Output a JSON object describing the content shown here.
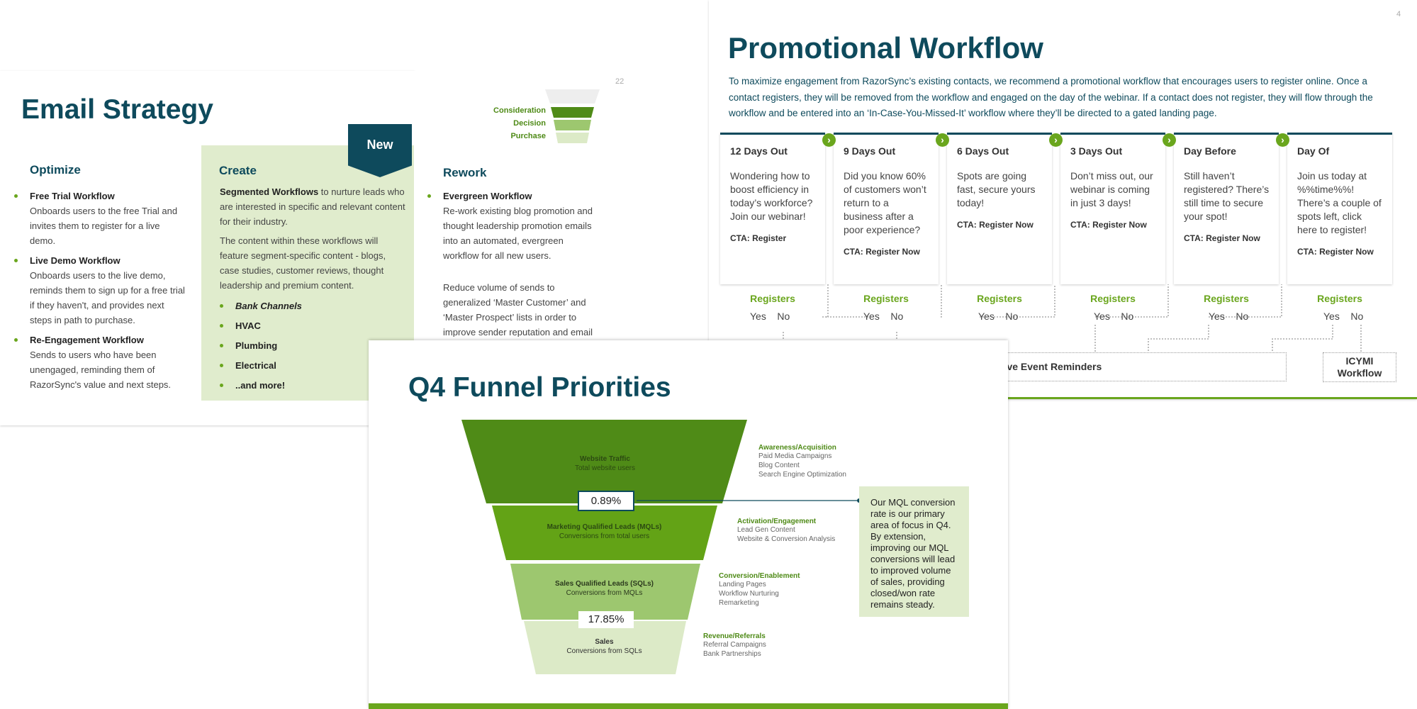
{
  "email_strategy": {
    "title": "Email Strategy",
    "new_badge": "New",
    "page_number": "22",
    "optimize": {
      "heading": "Optimize",
      "items": [
        {
          "title": "Free Trial Workflow",
          "body": "Onboards users to the free Trial and invites them to register for a live demo."
        },
        {
          "title": "Live Demo Workflow",
          "body": "Onboards users to the live demo, reminds them to sign up for a free trial if they haven't, and provides next steps in path to purchase."
        },
        {
          "title": "Re-Engagement Workflow",
          "body": "Sends to users who have been unengaged, reminding them of RazorSync's value and next steps."
        }
      ]
    },
    "create": {
      "heading": "Create",
      "intro_bold": "Segmented Workflows",
      "intro_rest": " to nurture leads who are interested in specific and relevant content for their industry.",
      "para2": "The content within these workflows will feature segment-specific content - blogs, case studies, customer reviews, thought leadership and premium content.",
      "items": [
        "Bank Channels",
        "HVAC",
        "Plumbing",
        "Electrical",
        "..and more!"
      ]
    },
    "rework": {
      "heading": "Rework",
      "item_title": "Evergreen Workflow",
      "item_body": "Re-work existing blog promotion and thought leadership promotion emails into an automated, evergreen workflow for all new users.",
      "para2": "Reduce volume of sends to generalized ‘Master Customer’ and ‘Master Prospect’ lists in order to improve sender reputation and email"
    },
    "mini_funnel": [
      "Consideration",
      "Decision",
      "Purchase"
    ]
  },
  "promotional": {
    "title": "Promotional Workflow",
    "page_number": "4",
    "description": "To maximize engagement from RazorSync’s existing contacts, we recommend a promotional workflow that encourages users to register online. Once a contact registers, they will be removed from the workflow and engaged on the day of the webinar. If a contact does not register, they will flow through the workflow and be entered into an ‘In-Case-You-Missed-It’ workflow where they’ll be directed to a gated landing page.",
    "cards": [
      {
        "title": "12 Days Out",
        "body": "Wondering how to boost efficiency in today’s workforce? Join our webinar!",
        "cta": "CTA: Register"
      },
      {
        "title": "9 Days Out",
        "body": "Did you know 60% of customers won’t return to a business after a poor experience?",
        "cta": "CTA: Register Now"
      },
      {
        "title": "6 Days Out",
        "body": "Spots are going fast, secure yours today!",
        "cta": "CTA: Register Now"
      },
      {
        "title": "3 Days Out",
        "body": "Don’t miss out, our webinar is coming in just 3 days!",
        "cta": "CTA: Register Now"
      },
      {
        "title": "Day Before",
        "body": "Still haven’t registered? There’s still time to secure your spot!",
        "cta": "CTA: Register Now"
      },
      {
        "title": "Day Of",
        "body": "Join us today at %%time%%! There’s a couple of spots left, click here to register!",
        "cta": "CTA: Register Now"
      }
    ],
    "registers_label": "Registers",
    "yes_label": "Yes",
    "no_label": "No",
    "reminders_label": "ceive Event Reminders",
    "icymi_label": "ICYMI Workflow"
  },
  "q4": {
    "title": "Q4 Funnel Priorities",
    "stages": [
      {
        "name": "Website Traffic",
        "sub": "Total website users",
        "color": "#4f8b17"
      },
      {
        "name": "Marketing Qualified Leads (MQLs)",
        "sub": "Conversions from total users",
        "color": "#63a316"
      },
      {
        "name": "Sales Qualified Leads (SQLs)",
        "sub": "Conversions from MQLs",
        "color": "#9dc76f"
      },
      {
        "name": "Sales",
        "sub": "Conversions from SQLs",
        "color": "#dceac7"
      }
    ],
    "rates": [
      "0.89%",
      "17.85%"
    ],
    "side": [
      {
        "head": "Awareness/Acquisition",
        "items": [
          "Paid Media Campaigns",
          "Blog Content",
          "Search Engine Optimization"
        ]
      },
      {
        "head": "Activation/Engagement",
        "items": [
          "Lead Gen Content",
          "Website & Conversion Analysis"
        ]
      },
      {
        "head": "Conversion/Enablement",
        "items": [
          "Landing Pages",
          "Workflow Nurturing",
          "Remarketing"
        ]
      },
      {
        "head": "Revenue/Referrals",
        "items": [
          "Referral Campaigns",
          "Bank Partnerships"
        ]
      }
    ],
    "note": "Our MQL conversion rate is our primary area of focus in Q4. By extension, improving our MQL conversions will lead to improved volume of sales, providing closed/won rate remains steady."
  }
}
